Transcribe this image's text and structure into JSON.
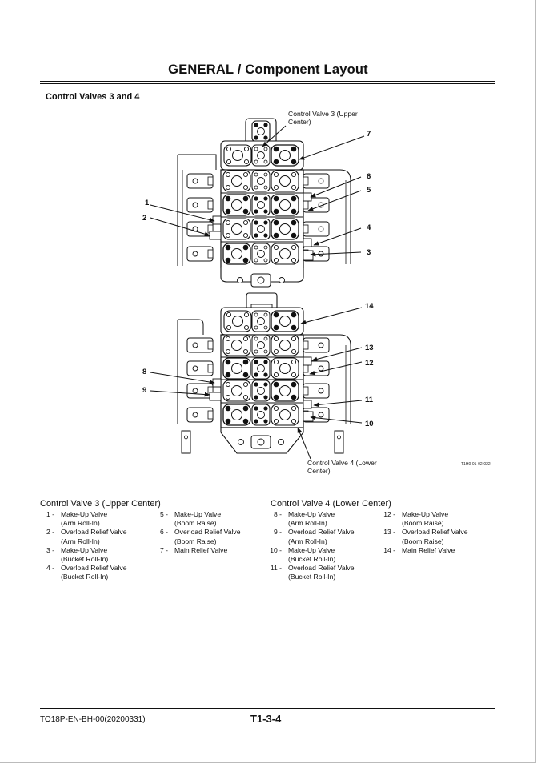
{
  "header": {
    "title": "GENERAL / Component Layout"
  },
  "section": {
    "title": "Control Valves  3 and 4"
  },
  "figure": {
    "upper_label": [
      "Control Valve 3 (Upper",
      "Center)"
    ],
    "lower_label": [
      "Control Valve 4 (Lower",
      "Center)"
    ],
    "figure_id": "T1H0-01-02-022",
    "callouts": [
      "1",
      "2",
      "3",
      "4",
      "5",
      "6",
      "7",
      "8",
      "9",
      "10",
      "11",
      "12",
      "13",
      "14"
    ]
  },
  "legend_upper": {
    "heading": "Control Valve 3 (Upper Center)",
    "col1": [
      {
        "num": "1 -",
        "lines": [
          "Make-Up Valve",
          "(Arm Roll-In)"
        ]
      },
      {
        "num": "2 -",
        "lines": [
          "Overload Relief Valve",
          "(Arm Roll-In)"
        ]
      },
      {
        "num": "3 -",
        "lines": [
          "Make-Up Valve",
          "(Bucket Roll-In)"
        ]
      },
      {
        "num": "4 -",
        "lines": [
          "Overload Relief Valve",
          "(Bucket Roll-In)"
        ]
      }
    ],
    "col2": [
      {
        "num": "5 -",
        "lines": [
          "Make-Up Valve",
          "(Boom Raise)"
        ]
      },
      {
        "num": "6 -",
        "lines": [
          "Overload Relief Valve",
          "(Boom Raise)"
        ]
      },
      {
        "num": "7 -",
        "lines": [
          "Main Relief Valve"
        ]
      }
    ]
  },
  "legend_lower": {
    "heading": "Control Valve 4 (Lower Center)",
    "col1": [
      {
        "num": "8 -",
        "lines": [
          "Make-Up Valve",
          "(Arm Roll-In)"
        ]
      },
      {
        "num": "9 -",
        "lines": [
          "Overload Relief Valve",
          "(Arm Roll-In)"
        ]
      },
      {
        "num": "10 -",
        "lines": [
          "Make-Up Valve",
          "(Bucket Roll-In)"
        ]
      },
      {
        "num": "11 -",
        "lines": [
          "Overload Relief Valve",
          "(Bucket Roll-In)"
        ]
      }
    ],
    "col2": [
      {
        "num": "12 -",
        "lines": [
          "Make-Up Valve",
          "(Boom Raise)"
        ]
      },
      {
        "num": "13 -",
        "lines": [
          "Overload Relief Valve",
          "(Boom Raise)"
        ]
      },
      {
        "num": "14 -",
        "lines": [
          "Main Relief Valve"
        ]
      }
    ]
  },
  "footer": {
    "doc_code": "TO18P-EN-BH-00(20200331)",
    "page_number": "T1-3-4"
  }
}
